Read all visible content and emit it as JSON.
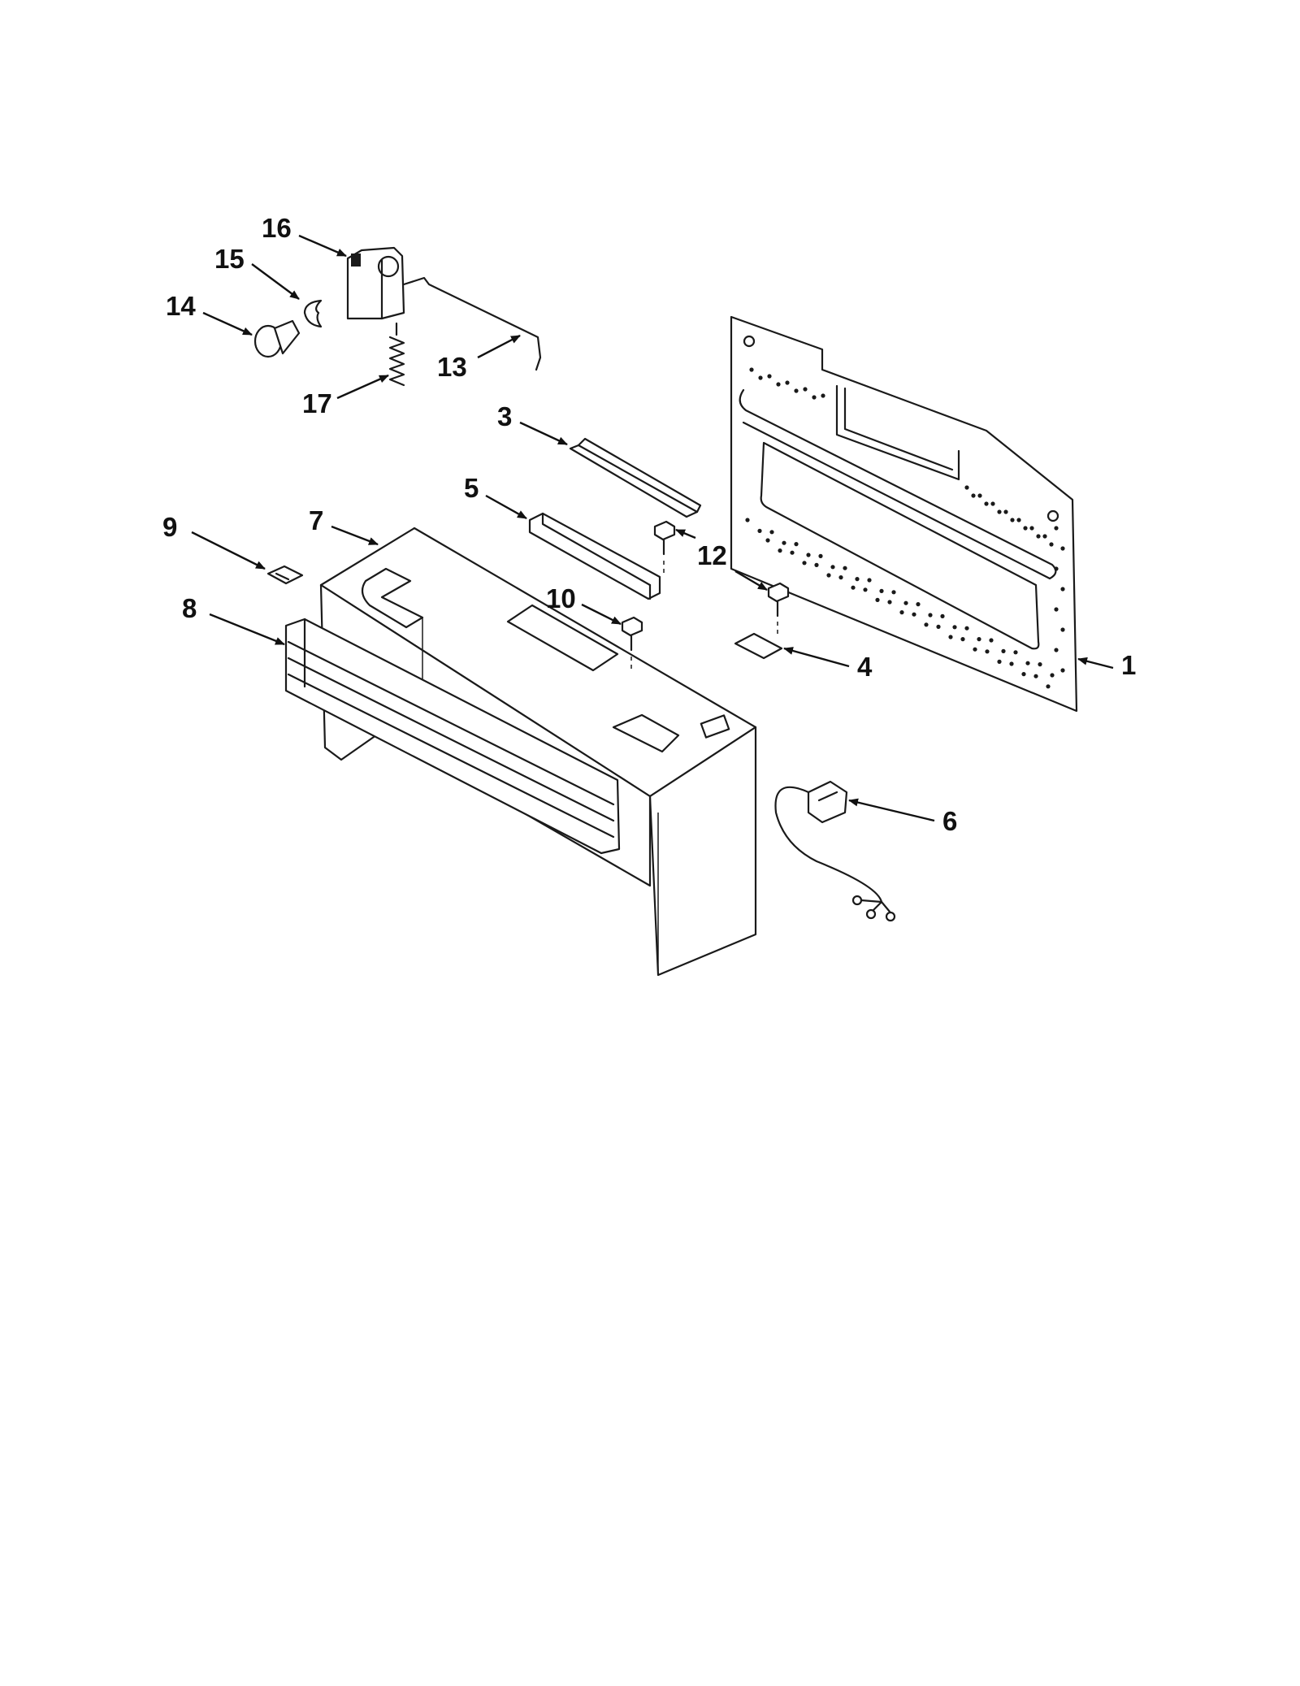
{
  "callouts": {
    "c1": "1",
    "c3": "3",
    "c4": "4",
    "c5": "5",
    "c6": "6",
    "c7": "7",
    "c8": "8",
    "c9": "9",
    "c10": "10",
    "c12": "12",
    "c13": "13",
    "c14": "14",
    "c15": "15",
    "c16": "16",
    "c17": "17"
  },
  "colors": {
    "ink": "#1a1a1a",
    "paper": "#ffffff"
  }
}
